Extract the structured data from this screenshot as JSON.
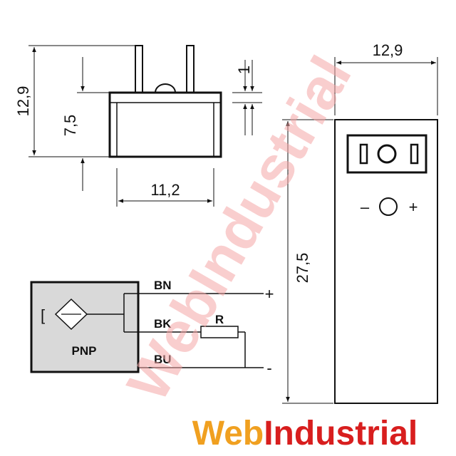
{
  "colors": {
    "line": "#111111",
    "sensor_fill": "#d9d9d9",
    "watermark": "#f4a6a6",
    "brand_web": "#f0a020",
    "brand_industrial": "#d81e1e"
  },
  "dimensions": {
    "side_height": "12,9",
    "body_height": "7,5",
    "side_width": "11,2",
    "tab_thickness": "1",
    "front_width": "12,9",
    "front_height": "27,5"
  },
  "front_view": {
    "minus_label": "–",
    "plus_label": "+"
  },
  "wiring": {
    "sensor_type": "PNP",
    "sensor_bracket": "[",
    "wire_bn": "BN",
    "wire_bk": "BK",
    "wire_bu": "BU",
    "resistor": "R",
    "plus_sign": "+",
    "minus_sign": "-"
  },
  "watermark_text": "WebIndustrial",
  "brand": {
    "web": "Web",
    "industrial": "Industrial"
  }
}
